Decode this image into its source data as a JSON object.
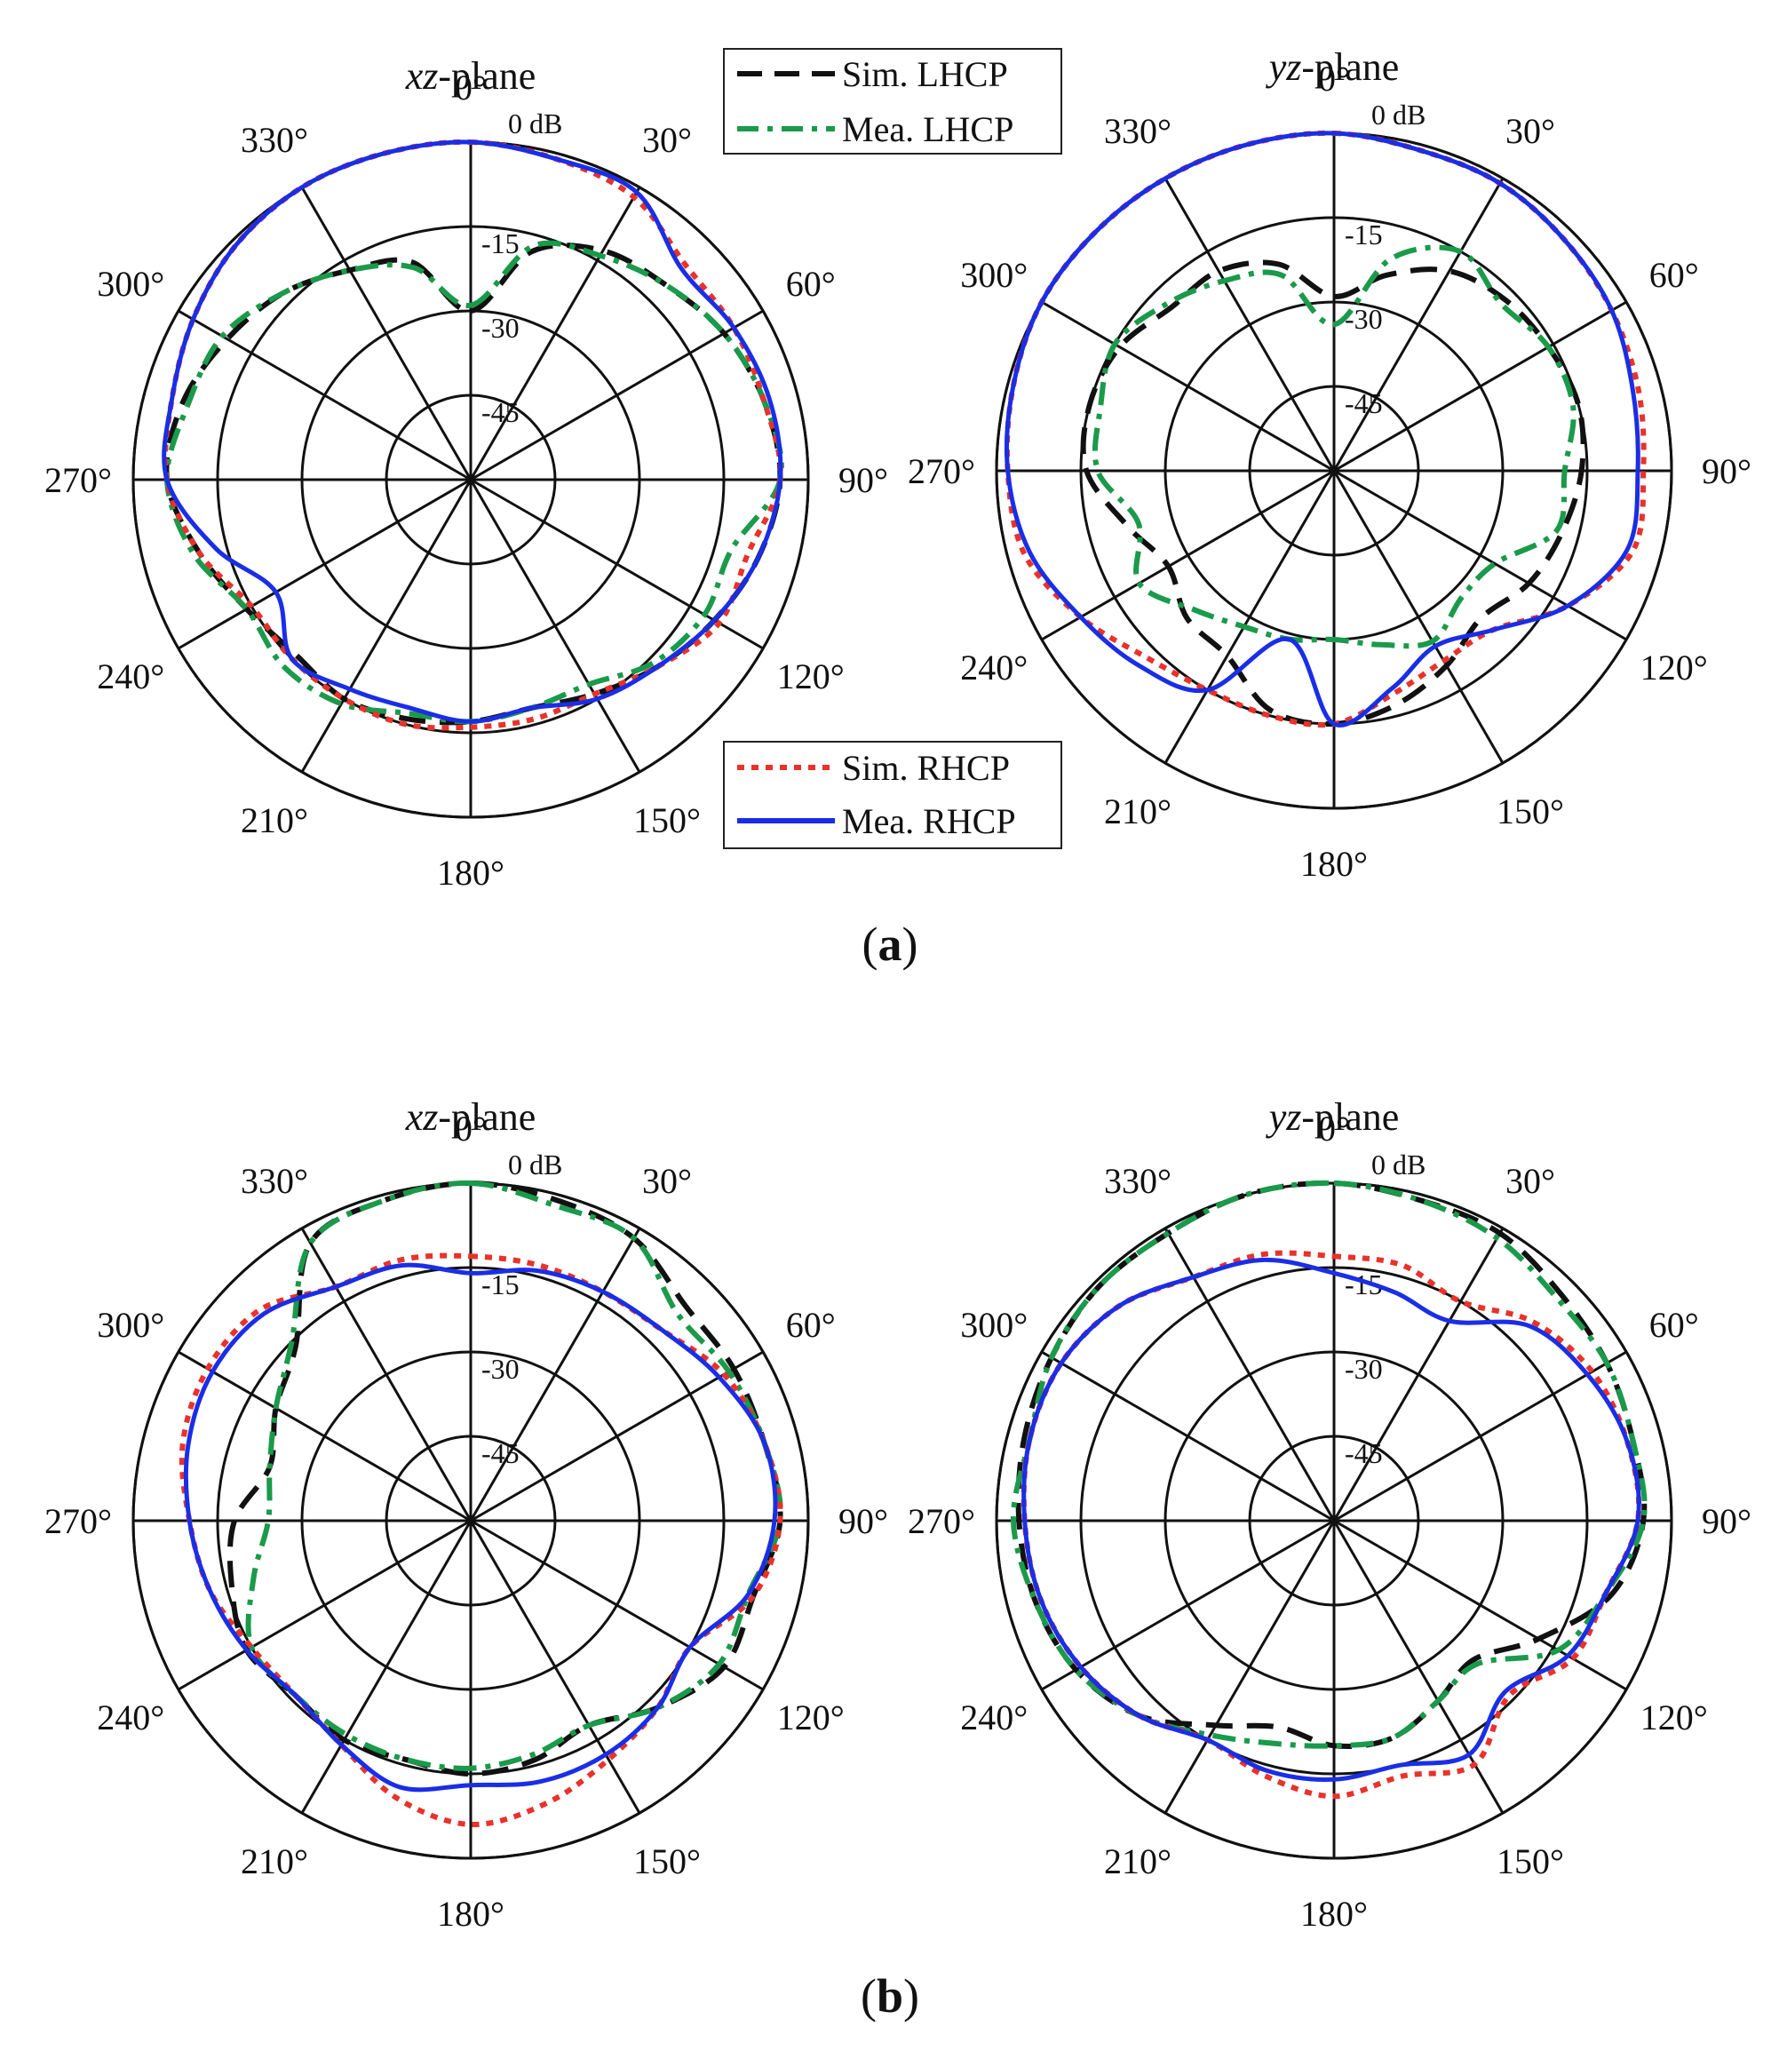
{
  "panels": [
    {
      "label_open": "(",
      "label_letter": "a",
      "label_close": ")"
    },
    {
      "label_open": "(",
      "label_letter": "b",
      "label_close": ")"
    }
  ],
  "legend": {
    "items": [
      {
        "label": "Sim. LHCP",
        "color": "#111111",
        "dash": "long-dash"
      },
      {
        "label": "Mea. LHCP",
        "color": "#1a9a4a",
        "dash": "dash-dot"
      },
      {
        "label": "Sim. RHCP",
        "color": "#e8322a",
        "dash": "dot"
      },
      {
        "label": "Mea. RHCP",
        "color": "#1a2ee6",
        "dash": "solid"
      }
    ]
  },
  "chart_data": [
    {
      "type": "polar-line",
      "panel": "a",
      "title": "xz-plane",
      "title_italic": "xz",
      "title_rest": "-plane",
      "angle_ticks": [
        "0°",
        "30°",
        "60°",
        "90°",
        "120°",
        "150°",
        "180°",
        "210°",
        "240°",
        "270°",
        "300°",
        "330°"
      ],
      "r_ticks": [
        "0 dB",
        "-15",
        "-30",
        "-45"
      ],
      "r_range": [
        -60,
        0
      ],
      "r_unit": "dB",
      "angles_deg": [
        0,
        15,
        30,
        45,
        60,
        75,
        90,
        105,
        120,
        135,
        150,
        165,
        180,
        195,
        210,
        225,
        240,
        255,
        270,
        285,
        300,
        315,
        330,
        345
      ],
      "series": [
        {
          "name": "Sim. LHCP",
          "values": [
            -30,
            -18,
            -13,
            -11,
            -8,
            -6,
            -5,
            -7,
            -10,
            -13,
            -16,
            -18,
            -17,
            -16,
            -15,
            -16,
            -14,
            -10,
            -6,
            -7,
            -10,
            -13,
            -17,
            -20
          ]
        },
        {
          "name": "Mea. LHCP",
          "values": [
            -29,
            -17,
            -14,
            -11,
            -8,
            -6,
            -5,
            -12,
            -12,
            -14,
            -18,
            -18,
            -17,
            -17,
            -14,
            -13,
            -14,
            -9,
            -6,
            -8,
            -9,
            -13,
            -17,
            -21
          ]
        },
        {
          "name": "Sim. RHCP",
          "values": [
            0,
            -1,
            -2,
            -6,
            -6,
            -6,
            -5,
            -9,
            -9,
            -13,
            -16,
            -16,
            -16,
            -15,
            -15,
            -15,
            -15,
            -10,
            -6,
            -5,
            -3,
            -1,
            0,
            0
          ]
        },
        {
          "name": "Mea. RHCP",
          "values": [
            0,
            -1,
            -1,
            -7,
            -6,
            -5,
            -5,
            -7,
            -10,
            -13,
            -15,
            -18,
            -17,
            -18,
            -17,
            -15,
            -20,
            -13,
            -6,
            -5,
            -3,
            -1,
            0,
            0
          ]
        }
      ]
    },
    {
      "type": "polar-line",
      "panel": "a",
      "title": "yz-plane",
      "title_italic": "yz",
      "title_rest": "-plane",
      "angle_ticks": [
        "0°",
        "30°",
        "60°",
        "90°",
        "120°",
        "150°",
        "180°",
        "210°",
        "240°",
        "270°",
        "300°",
        "330°"
      ],
      "r_ticks": [
        "0 dB",
        "-15",
        "-30",
        "-45"
      ],
      "r_range": [
        -60,
        0
      ],
      "r_unit": "dB",
      "angles_deg": [
        0,
        15,
        30,
        45,
        60,
        75,
        90,
        105,
        120,
        135,
        150,
        165,
        180,
        195,
        210,
        225,
        240,
        255,
        270,
        285,
        300,
        315,
        330,
        345
      ],
      "series": [
        {
          "name": "Sim. LHCP",
          "values": [
            -29,
            -24,
            -19,
            -17,
            -16,
            -15,
            -16,
            -18,
            -20,
            -23,
            -20,
            -17,
            -15,
            -16,
            -22,
            -23,
            -26,
            -22,
            -16,
            -15,
            -16,
            -19,
            -19,
            -22
          ]
        },
        {
          "name": "Mea. LHCP",
          "values": [
            -34,
            -21,
            -15,
            -18,
            -16,
            -16,
            -19,
            -19,
            -27,
            -28,
            -25,
            -28,
            -30,
            -29,
            -28,
            -25,
            -20,
            -24,
            -18,
            -17,
            -15,
            -18,
            -21,
            -24
          ]
        },
        {
          "name": "Sim. RHCP",
          "values": [
            0,
            -1,
            -1,
            -2,
            -3,
            -4,
            -5,
            -5,
            -12,
            -20,
            -21,
            -19,
            -15,
            -15,
            -15,
            -13,
            -8,
            -3,
            -2,
            -1,
            0,
            0,
            0,
            0
          ]
        },
        {
          "name": "Mea. RHCP",
          "values": [
            0,
            -1,
            -1,
            -2,
            -3,
            -5,
            -6,
            -6,
            -12,
            -20,
            -24,
            -20,
            -15,
            -29,
            -15,
            -11,
            -8,
            -4,
            -2,
            -1,
            0,
            0,
            0,
            0
          ]
        }
      ]
    },
    {
      "type": "polar-line",
      "panel": "b",
      "title": "xz-plane",
      "title_italic": "xz",
      "title_rest": "-plane",
      "angle_ticks": [
        "0°",
        "30°",
        "60°",
        "90°",
        "120°",
        "150°",
        "180°",
        "210°",
        "240°",
        "270°",
        "300°",
        "330°"
      ],
      "r_ticks": [
        "0 dB",
        "-15",
        "-30",
        "-45"
      ],
      "r_range": [
        -60,
        0
      ],
      "r_unit": "dB",
      "angles_deg": [
        0,
        15,
        30,
        45,
        60,
        75,
        90,
        105,
        120,
        135,
        150,
        165,
        180,
        195,
        210,
        225,
        240,
        255,
        270,
        285,
        300,
        315,
        330,
        345
      ],
      "series": [
        {
          "name": "Sim. LHCP",
          "values": [
            0,
            -1,
            -2,
            -6,
            -6,
            -6,
            -5,
            -8,
            -8,
            -13,
            -18,
            -16,
            -15,
            -16,
            -15,
            -16,
            -14,
            -16,
            -18,
            -23,
            -20,
            -16,
            -3,
            -1
          ]
        },
        {
          "name": "Mea. LHCP",
          "values": [
            0,
            -2,
            -2,
            -8,
            -7,
            -6,
            -5,
            -9,
            -9,
            -13,
            -18,
            -17,
            -16,
            -16,
            -16,
            -16,
            -15,
            -20,
            -24,
            -23,
            -20,
            -15,
            -3,
            -1
          ]
        },
        {
          "name": "Sim. RHCP",
          "values": [
            -13,
            -13,
            -13,
            -12,
            -8,
            -6,
            -5,
            -8,
            -15,
            -13,
            -11,
            -8,
            -6,
            -9,
            -14,
            -16,
            -15,
            -12,
            -10,
            -7,
            -6,
            -7,
            -12,
            -12
          ]
        },
        {
          "name": "Mea. RHCP",
          "values": [
            -16,
            -14,
            -13,
            -12,
            -9,
            -6,
            -6,
            -9,
            -15,
            -13,
            -12,
            -12,
            -13,
            -11,
            -14,
            -16,
            -14,
            -12,
            -10,
            -8,
            -7,
            -8,
            -12,
            -13
          ]
        }
      ]
    },
    {
      "type": "polar-line",
      "panel": "b",
      "title": "yz-plane",
      "title_italic": "yz",
      "title_rest": "-plane",
      "angle_ticks": [
        "0°",
        "30°",
        "60°",
        "90°",
        "120°",
        "150°",
        "180°",
        "210°",
        "240°",
        "270°",
        "300°",
        "330°"
      ],
      "r_ticks": [
        "0 dB",
        "-15",
        "-30",
        "-45"
      ],
      "r_range": [
        -60,
        0
      ],
      "r_unit": "dB",
      "angles_deg": [
        0,
        15,
        30,
        45,
        60,
        75,
        90,
        105,
        120,
        135,
        150,
        165,
        180,
        195,
        210,
        225,
        240,
        255,
        270,
        285,
        300,
        315,
        330,
        345
      ],
      "series": [
        {
          "name": "Sim. LHCP",
          "values": [
            0,
            -1,
            -1,
            -3,
            -4,
            -5,
            -5,
            -9,
            -18,
            -25,
            -23,
            -20,
            -20,
            -22,
            -18,
            -11,
            -7,
            -5,
            -4,
            -3,
            -2,
            -1,
            -1,
            0
          ]
        },
        {
          "name": "Mea. LHCP",
          "values": [
            0,
            -1,
            -2,
            -4,
            -4,
            -5,
            -5,
            -10,
            -14,
            -24,
            -23,
            -20,
            -20,
            -19,
            -16,
            -11,
            -7,
            -5,
            -3,
            -4,
            -2,
            -1,
            -1,
            0
          ]
        },
        {
          "name": "Sim. RHCP",
          "values": [
            -13,
            -13,
            -15,
            -10,
            -7,
            -6,
            -6,
            -10,
            -11,
            -16,
            -10,
            -13,
            -11,
            -13,
            -15,
            -11,
            -8,
            -6,
            -5,
            -4,
            -4,
            -6,
            -10,
            -11
          ]
        },
        {
          "name": "Mea. RHCP",
          "values": [
            -16,
            -18,
            -19,
            -11,
            -8,
            -6,
            -6,
            -10,
            -12,
            -17,
            -12,
            -15,
            -14,
            -14,
            -15,
            -11,
            -8,
            -6,
            -5,
            -4,
            -4,
            -6,
            -10,
            -12
          ]
        }
      ]
    }
  ]
}
